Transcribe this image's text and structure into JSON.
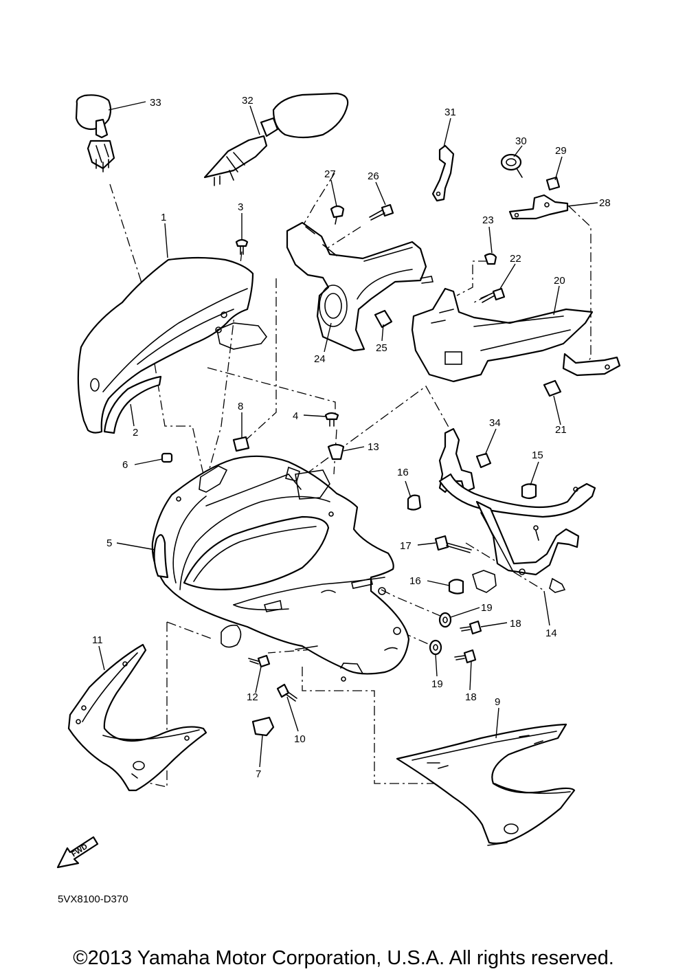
{
  "callouts": {
    "c1": "1",
    "c2": "2",
    "c3": "3",
    "c4": "4",
    "c5": "5",
    "c6": "6",
    "c7": "7",
    "c8": "8",
    "c9": "9",
    "c10": "10",
    "c11": "11",
    "c12": "12",
    "c13": "13",
    "c14": "14",
    "c15": "15",
    "c16a": "16",
    "c16b": "16",
    "c17": "17",
    "c18a": "18",
    "c18b": "18",
    "c19a": "19",
    "c19b": "19",
    "c20": "20",
    "c21": "21",
    "c22": "22",
    "c23": "23",
    "c24": "24",
    "c25": "25",
    "c26": "26",
    "c27": "27",
    "c28": "28",
    "c29": "29",
    "c30": "30",
    "c31": "31",
    "c32": "32",
    "c33": "33",
    "c34": "34"
  },
  "fwd_label": "FWD",
  "diagram_code": "5VX8100-D370",
  "copyright": "©2013 Yamaha Motor Corporation, U.S.A. All rights reserved."
}
